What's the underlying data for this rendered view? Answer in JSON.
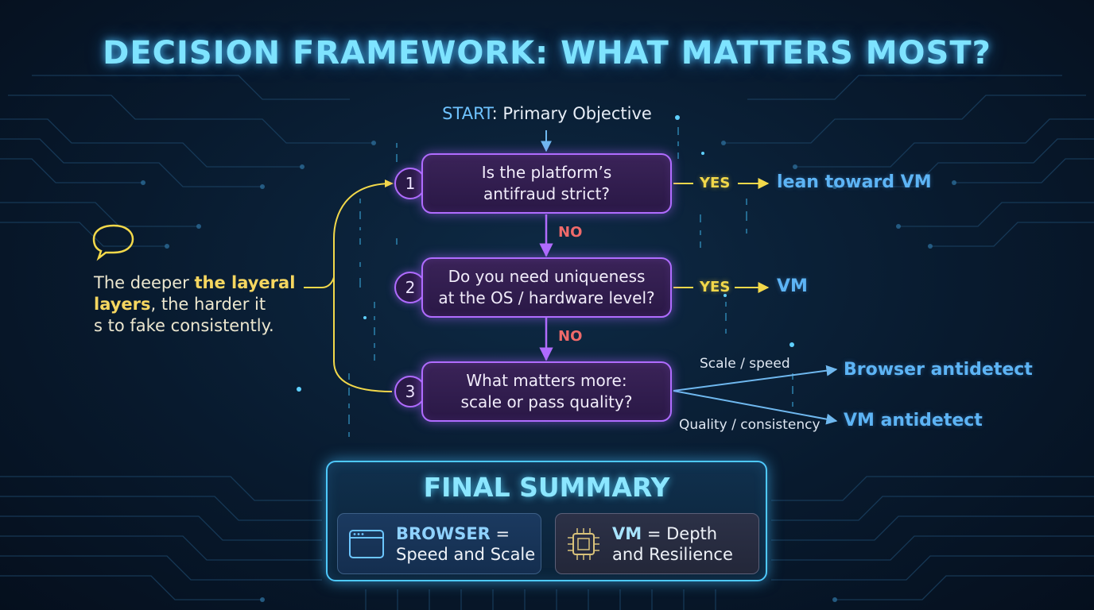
{
  "title": "DECISION FRAMEWORK: WHAT MATTERS MOST?",
  "start": {
    "keyword": "START",
    "text": ": Primary Objective"
  },
  "questions": [
    {
      "number": "1",
      "text": "Is the platform’s\nantifraud strict?",
      "yes_label": "YES",
      "result": "lean toward VM",
      "no_label": "NO"
    },
    {
      "number": "2",
      "text": "Do you need uniqueness\nat the OS / hardware level?",
      "yes_label": "YES",
      "result": "VM",
      "no_label": "NO"
    },
    {
      "number": "3",
      "text": "What matters more:\nscale or pass quality?"
    }
  ],
  "branches": [
    {
      "label": "Scale / speed",
      "result": "Browser antidetect"
    },
    {
      "label": "Quality / consistency",
      "result": "VM antidetect"
    }
  ],
  "note": {
    "line1_a": "The deeper ",
    "line1_b": "the layeral",
    "line2_a": "layers",
    "line2_b": ", the harder it",
    "line3": "s to fake consistently."
  },
  "summary": {
    "title": "FINAL SUMMARY",
    "browser": {
      "keyword": "BROWSER",
      "rest1": " =",
      "rest2": "Speed and Scale"
    },
    "vm": {
      "keyword": "VM",
      "rest1": " = Depth",
      "rest2": "and Resilience"
    }
  },
  "colors": {
    "accent_cyan": "#4ec9ff",
    "question_border": "#b06cff",
    "yes": "#f2d84a",
    "no": "#ef6a6a",
    "result": "#5db4f5"
  },
  "icons": [
    "speech-bubble-icon",
    "browser-window-icon",
    "cpu-chip-icon"
  ]
}
